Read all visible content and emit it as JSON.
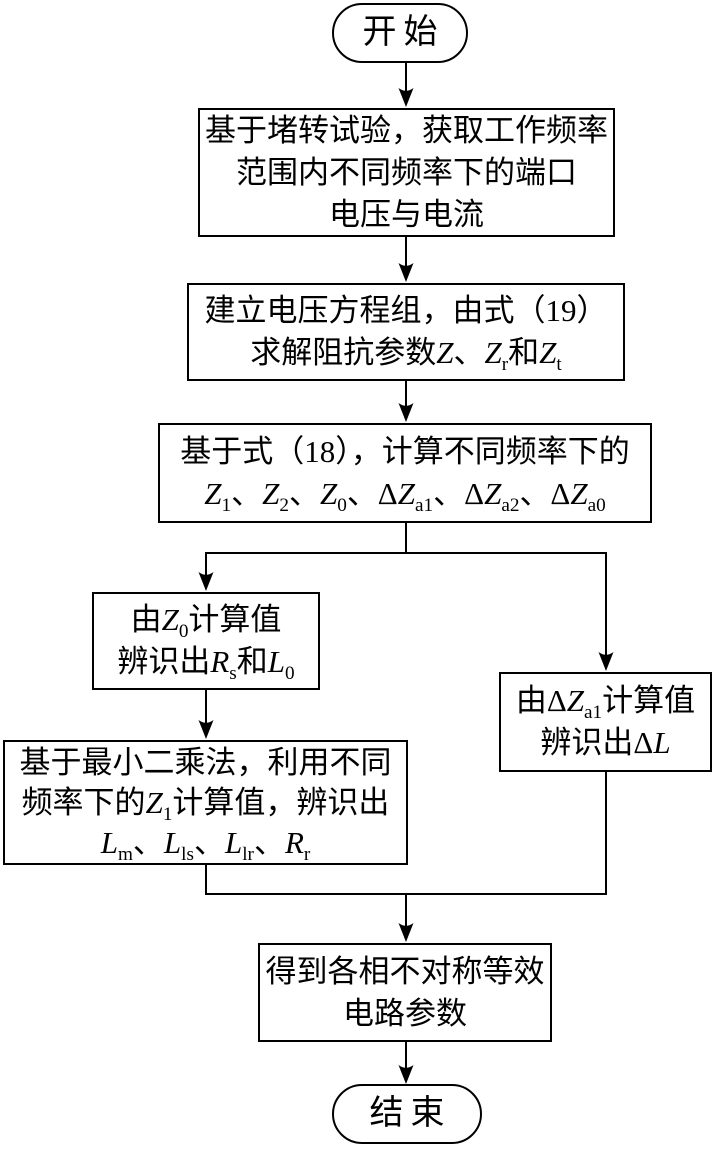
{
  "diagram": {
    "type": "flowchart",
    "colors": {
      "background": "#ffffff",
      "line": "#000000",
      "text": "#000000"
    },
    "nodes": {
      "start": {
        "type": "terminator",
        "label": "开始"
      },
      "acquire": {
        "type": "process",
        "lines": [
          [
            {
              "t": "基于堵转试验，获取工作频率"
            }
          ],
          [
            {
              "t": "范围内不同频率下的端口"
            }
          ],
          [
            {
              "t": "电压与电流"
            }
          ]
        ]
      },
      "equations": {
        "type": "process",
        "lines": [
          [
            {
              "t": "建立电压方程组，由式（19）"
            }
          ],
          [
            {
              "t": "求解阻抗参数"
            },
            {
              "t": "Z",
              "i": true
            },
            {
              "t": "、"
            },
            {
              "t": "Z",
              "i": true
            },
            {
              "t": "r",
              "sub": true
            },
            {
              "t": "和"
            },
            {
              "t": "Z",
              "i": true
            },
            {
              "t": "t",
              "sub": true
            }
          ]
        ]
      },
      "calc": {
        "type": "process",
        "lines": [
          [
            {
              "t": "基于式（18），计算不同频率下的"
            }
          ],
          [
            {
              "t": "Z",
              "i": true
            },
            {
              "t": "1",
              "sub": true
            },
            {
              "t": "、"
            },
            {
              "t": "Z",
              "i": true
            },
            {
              "t": "2",
              "sub": true
            },
            {
              "t": "、"
            },
            {
              "t": "Z",
              "i": true
            },
            {
              "t": "0",
              "sub": true
            },
            {
              "t": "、Δ"
            },
            {
              "t": "Z",
              "i": true
            },
            {
              "t": "a1",
              "sub": true
            },
            {
              "t": "、Δ"
            },
            {
              "t": "Z",
              "i": true
            },
            {
              "t": "a2",
              "sub": true
            },
            {
              "t": "、Δ"
            },
            {
              "t": "Z",
              "i": true
            },
            {
              "t": "a0",
              "sub": true
            }
          ]
        ]
      },
      "identify_rs_l0": {
        "type": "process",
        "lines": [
          [
            {
              "t": "由"
            },
            {
              "t": "Z",
              "i": true
            },
            {
              "t": "0",
              "sub": true
            },
            {
              "t": "计算值"
            }
          ],
          [
            {
              "t": "辨识出"
            },
            {
              "t": "R",
              "i": true
            },
            {
              "t": "s",
              "sub": true
            },
            {
              "t": "和"
            },
            {
              "t": "L",
              "i": true
            },
            {
              "t": "0",
              "sub": true
            }
          ]
        ]
      },
      "identify_delta_l": {
        "type": "process",
        "lines": [
          [
            {
              "t": "由Δ"
            },
            {
              "t": "Z",
              "i": true
            },
            {
              "t": "a1",
              "sub": true
            },
            {
              "t": "计算值"
            }
          ],
          [
            {
              "t": "辨识出Δ"
            },
            {
              "t": "L",
              "i": true
            }
          ]
        ]
      },
      "least_squares": {
        "type": "process",
        "lines": [
          [
            {
              "t": "基于最小二乘法，利用不同"
            }
          ],
          [
            {
              "t": "频率下的"
            },
            {
              "t": "Z",
              "i": true
            },
            {
              "t": "1",
              "sub": true
            },
            {
              "t": "计算值，辨识出"
            }
          ],
          [
            {
              "t": "L",
              "i": true
            },
            {
              "t": "m",
              "sub": true
            },
            {
              "t": "、"
            },
            {
              "t": "L",
              "i": true
            },
            {
              "t": "ls",
              "sub": true
            },
            {
              "t": "、"
            },
            {
              "t": "L",
              "i": true
            },
            {
              "t": "lr",
              "sub": true
            },
            {
              "t": "、"
            },
            {
              "t": "R",
              "i": true
            },
            {
              "t": "r",
              "sub": true
            }
          ]
        ]
      },
      "result": {
        "type": "process",
        "lines": [
          [
            {
              "t": "得到各相不对称等效"
            }
          ],
          [
            {
              "t": "电路参数"
            }
          ]
        ]
      },
      "end": {
        "type": "terminator",
        "label": "结束"
      }
    }
  }
}
